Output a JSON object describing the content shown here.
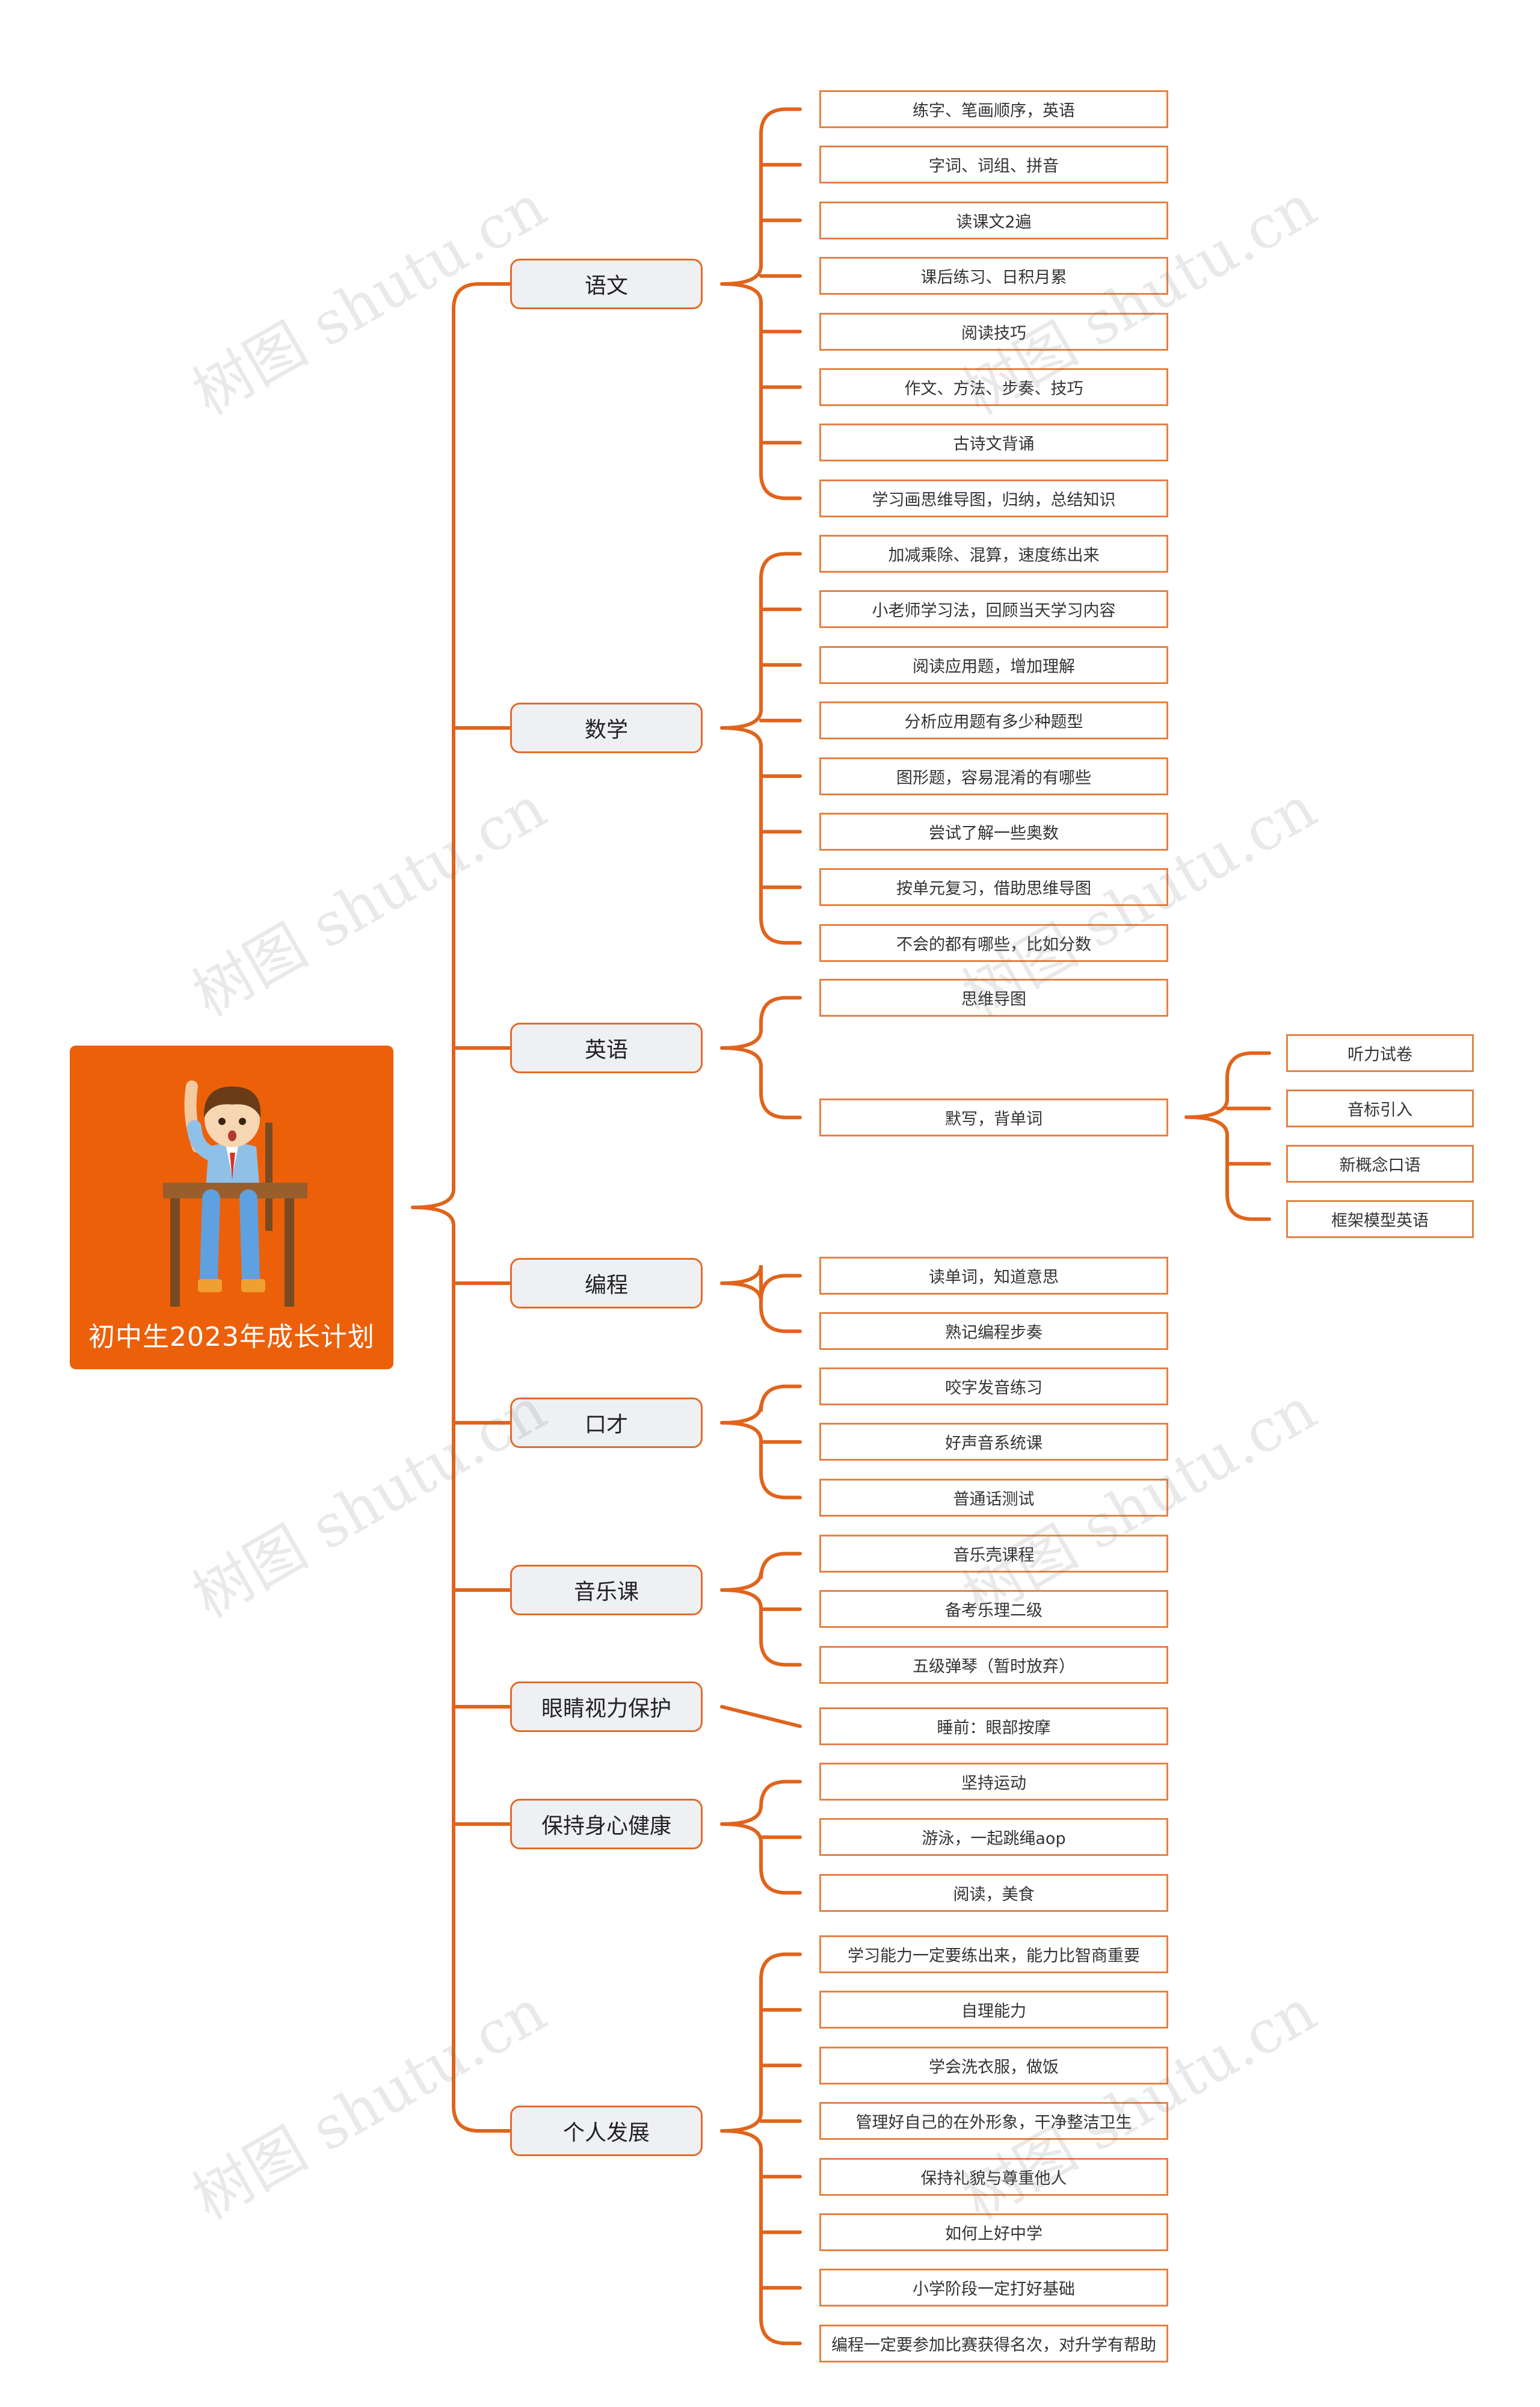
{
  "root": {
    "title": "初中生2023年成长计划"
  },
  "branches": [
    {
      "label": "语文",
      "items": [
        "练字、笔画顺序，英语",
        "字词、词组、拼音",
        "读课文2遍",
        "课后练习、日积月累",
        "阅读技巧",
        "作文、方法、步奏、技巧",
        "古诗文背诵",
        "学习画思维导图，归纳，总结知识"
      ]
    },
    {
      "label": "数学",
      "items": [
        "加减乘除、混算，速度练出来",
        "小老师学习法，回顾当天学习内容",
        "阅读应用题，增加理解",
        "分析应用题有多少种题型",
        "图形题，容易混淆的有哪些",
        "尝试了解一些奥数",
        "按单元复习，借助思维导图",
        "不会的都有哪些，比如分数"
      ]
    },
    {
      "label": "英语",
      "items": [
        "思维导图",
        "默写，背单词"
      ],
      "sub": [
        "听力试卷",
        "音标引入",
        "新概念口语",
        "框架模型英语"
      ]
    },
    {
      "label": "编程",
      "items": [
        "读单词，知道意思",
        "熟记编程步奏"
      ]
    },
    {
      "label": "口才",
      "items": [
        "咬字发音练习",
        "好声音系统课",
        "普通话测试"
      ]
    },
    {
      "label": "音乐课",
      "items": [
        "音乐壳课程",
        "备考乐理二级",
        "五级弹琴（暂时放弃）"
      ]
    },
    {
      "label": "眼睛视力保护",
      "items": [
        "睡前：眼部按摩"
      ]
    },
    {
      "label": "保持身心健康",
      "items": [
        "坚持运动",
        "游泳，一起跳绳aop",
        "阅读，美食"
      ]
    },
    {
      "label": "个人发展",
      "items": [
        "学习能力一定要练出来，能力比智商重要",
        "自理能力",
        "学会洗衣服，做饭",
        "管理好自己的在外形象，干净整洁卫生",
        "保持礼貌与尊重他人",
        "如何上好中学",
        "小学阶段一定打好基础",
        "编程一定要参加比赛获得名次，对升学有帮助"
      ]
    }
  ],
  "watermark": "树图 shutu.cn",
  "colors": {
    "root_bg": "#ec600a",
    "line": "#e0641c",
    "branch_bg": "#eef0f3",
    "leaf_border": "#e48246"
  }
}
